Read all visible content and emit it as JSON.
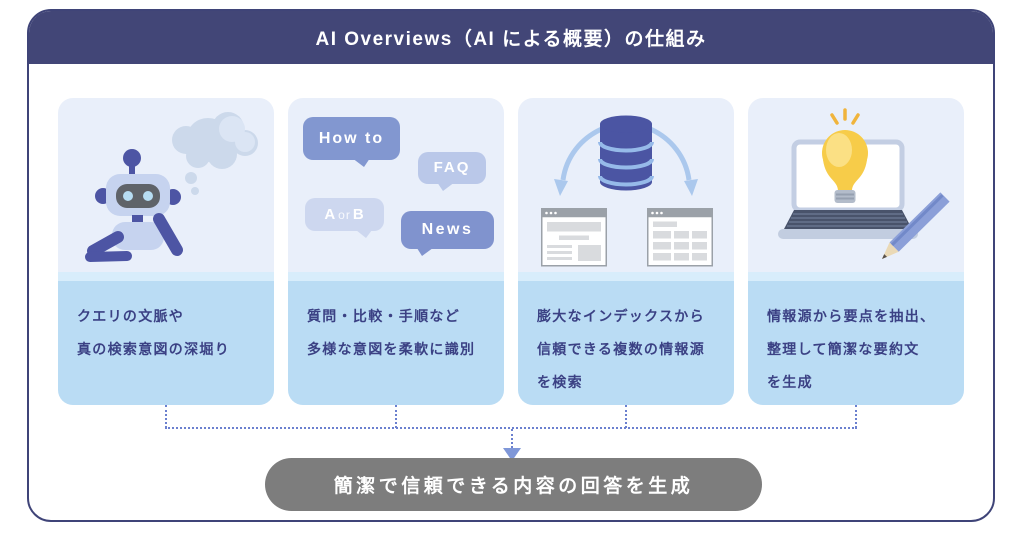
{
  "header": {
    "title": "AI Overviews（AI による概要）の仕組み"
  },
  "steps": [
    {
      "name": "query-understanding",
      "icon": "robot-thinking-icon",
      "lines": [
        "クエリの文脈や",
        "真の検索意図の深堀り"
      ]
    },
    {
      "name": "intent-classification",
      "icon": "speech-bubbles-icon",
      "bubbles": {
        "how_to": "How to",
        "faq": "FAQ",
        "a": "A",
        "or": "or",
        "b": "B",
        "news": "News"
      },
      "lines": [
        "質問・比較・手順など",
        "多様な意図を柔軟に識別"
      ]
    },
    {
      "name": "index-search",
      "icon": "database-search-icon",
      "lines": [
        "膨大なインデックスから",
        "信頼できる複数の情報源",
        "を検索"
      ]
    },
    {
      "name": "summary-generation",
      "icon": "laptop-idea-icon",
      "lines": [
        "情報源から要点を抽出、",
        "整理して簡潔な要約文",
        "を生成"
      ]
    }
  ],
  "conclusion": {
    "label": "簡潔で信頼できる内容の回答を生成"
  },
  "colors": {
    "frame_border_navy": "#3f4478",
    "header_bg": "#424677",
    "card_illustration_bg": "#e9effa",
    "card_divider_blue": "#d8edfb",
    "card_text_bg": "#badcf4",
    "text_navy": "#3b4184",
    "pill_gray": "#7d7d7d",
    "connector_blue": "#6b80cf",
    "arrow_blue": "#7f97d8",
    "accent_indigo": "#4d55a4",
    "bulb_yellow": "#f7cc49"
  }
}
